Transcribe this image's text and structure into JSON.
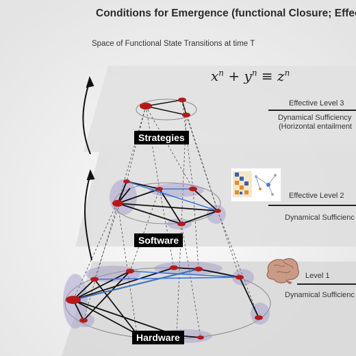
{
  "header": {
    "title": "Conditions for Emergence (functional Closure; Effec",
    "subtitle": "Space of Functional State Transitions at time T"
  },
  "equation": {
    "x": "x",
    "y": "y",
    "z": "z",
    "n": "n",
    "plus": "+",
    "equiv": "≡"
  },
  "planes": {
    "top": {
      "label": "Strategies",
      "level": "Effective Level 3",
      "desc_line1": "Dynamical Sufficiency",
      "desc_line2": "(Horizontal entailment"
    },
    "middle": {
      "label": "Software",
      "level": "Effective Level 2",
      "desc_line1": "Dynamical Sufficienc"
    },
    "bottom": {
      "label": "Hardware",
      "level": "Level 1",
      "desc_line1": "Dynamical Sufficienc"
    }
  },
  "colors": {
    "node": "#b51a1a",
    "edge_black": "#111111",
    "edge_blue": "#3a78d8",
    "halo": "#9c96c8",
    "plane": "#dcdcdc"
  },
  "icons": [
    "up-arrow-icon",
    "brain-icon",
    "matrix-thumbnail-icon"
  ]
}
